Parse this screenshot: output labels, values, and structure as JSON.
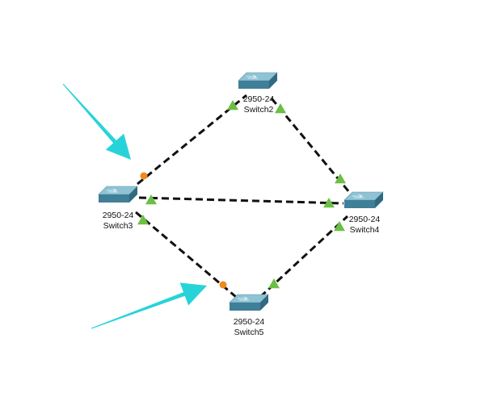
{
  "colors": {
    "link": "#111111",
    "port_up": "#6bbf45",
    "port_blocked": "#f08a1c",
    "arrow": "#27d3d9",
    "switch_top": "#8fc3d4",
    "switch_front": "#3f7f97",
    "switch_side": "#2f6a80"
  },
  "switches": [
    {
      "id": "switch2",
      "model": "2950-24",
      "name": "Switch2"
    },
    {
      "id": "switch3",
      "model": "2950-24",
      "name": "Switch3"
    },
    {
      "id": "switch4",
      "model": "2950-24",
      "name": "Switch4"
    },
    {
      "id": "switch5",
      "model": "2950-24",
      "name": "Switch5"
    }
  ],
  "links": [
    {
      "from": "switch3",
      "to": "switch2",
      "from_port": "blocked",
      "to_port": "up"
    },
    {
      "from": "switch2",
      "to": "switch4",
      "from_port": "up",
      "to_port": "up"
    },
    {
      "from": "switch3",
      "to": "switch4",
      "from_port": "up",
      "to_port": "up"
    },
    {
      "from": "switch3",
      "to": "switch5",
      "from_port": "up",
      "to_port": "blocked"
    },
    {
      "from": "switch5",
      "to": "switch4",
      "from_port": "up",
      "to_port": "up"
    }
  ],
  "annotations": [
    {
      "type": "arrow",
      "points_to": "blocked port on Switch3-Switch2 link"
    },
    {
      "type": "arrow",
      "points_to": "blocked port on Switch3-Switch5 link"
    }
  ]
}
